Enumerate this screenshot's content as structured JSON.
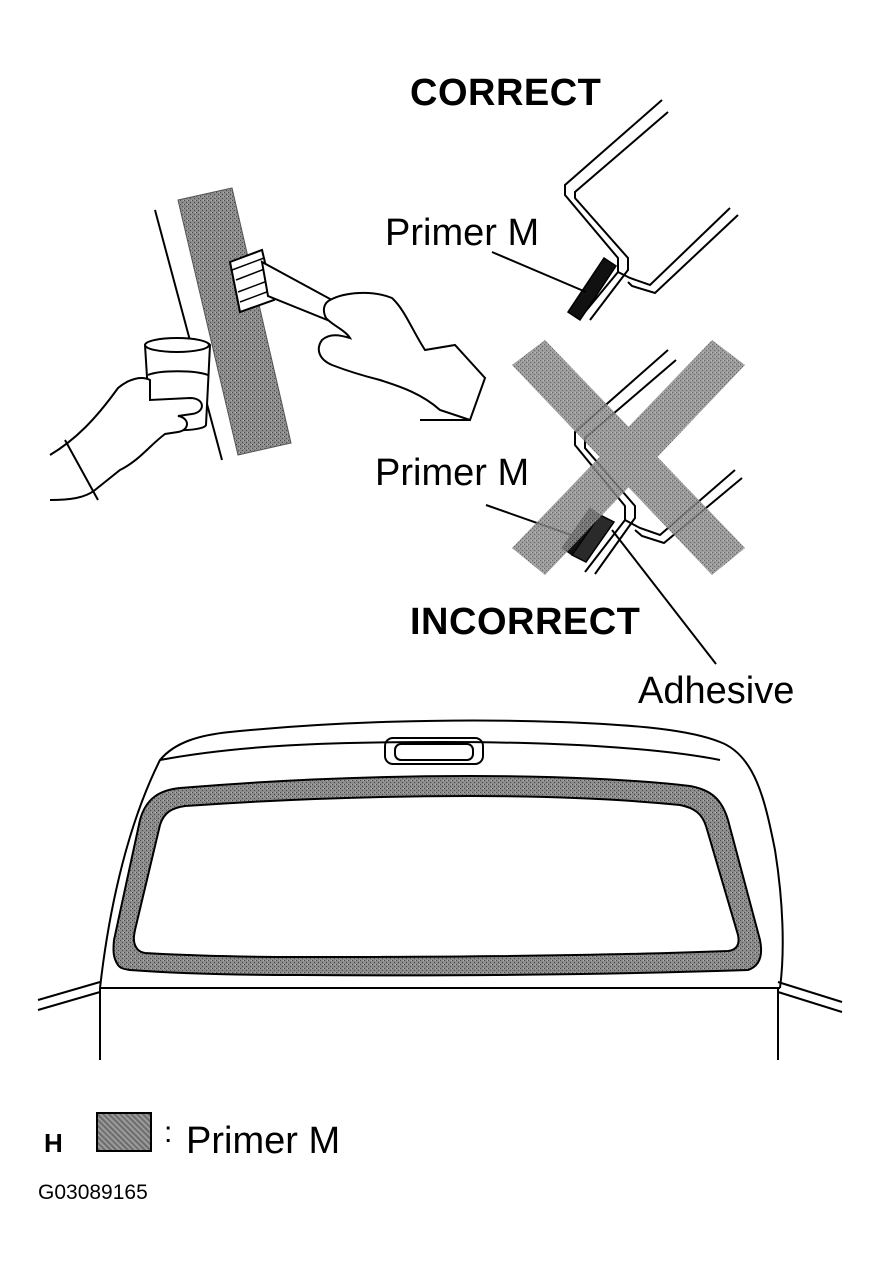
{
  "labels": {
    "correct": "CORRECT",
    "incorrect": "INCORRECT",
    "primer_correct": "Primer M",
    "primer_incorrect": "Primer M",
    "adhesive": "Adhesive"
  },
  "legend": {
    "marker": "H",
    "colon": ":",
    "text": "Primer M"
  },
  "figure_code": "G03089165",
  "colors": {
    "primer": "#6e6e6e",
    "primer_dark": "#111111",
    "cross": "#8a8a8a",
    "line": "#000000",
    "background": "#ffffff"
  }
}
